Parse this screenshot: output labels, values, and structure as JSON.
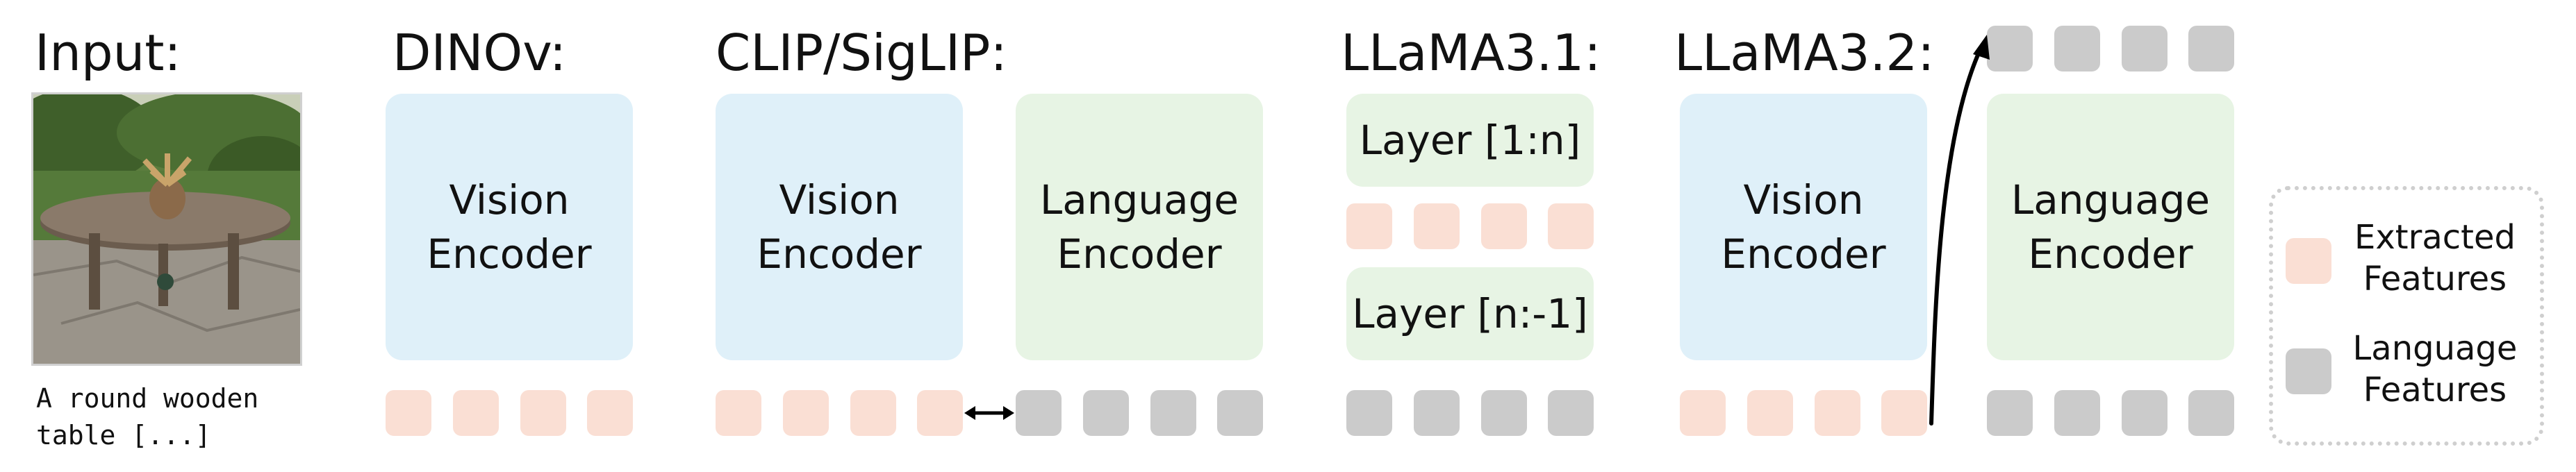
{
  "headings": {
    "input": "Input:",
    "dinov": "DINOv:",
    "clip": "CLIP/SigLIP:",
    "llama31": "LLaMA3.1:",
    "llama32": "LLaMA3.2:"
  },
  "input_caption": "A round wooden\ntable [...]",
  "blocks": {
    "dinov_vision": "Vision\nEncoder",
    "clip_vision": "Vision\nEncoder",
    "clip_language": "Language\nEncoder",
    "llama31_layer_top": "Layer [1:n]",
    "llama31_layer_bottom": "Layer [n:-1]",
    "llama32_vision": "Vision\nEncoder",
    "llama32_language": "Language\nEncoder"
  },
  "legend": {
    "extracted": "Extracted\nFeatures",
    "language": "Language\nFeatures"
  },
  "colors": {
    "vision_block": "#dff0f9",
    "language_block": "#e7f4e4",
    "extracted_feature": "#fadfd4",
    "language_feature": "#cbcbcb"
  }
}
